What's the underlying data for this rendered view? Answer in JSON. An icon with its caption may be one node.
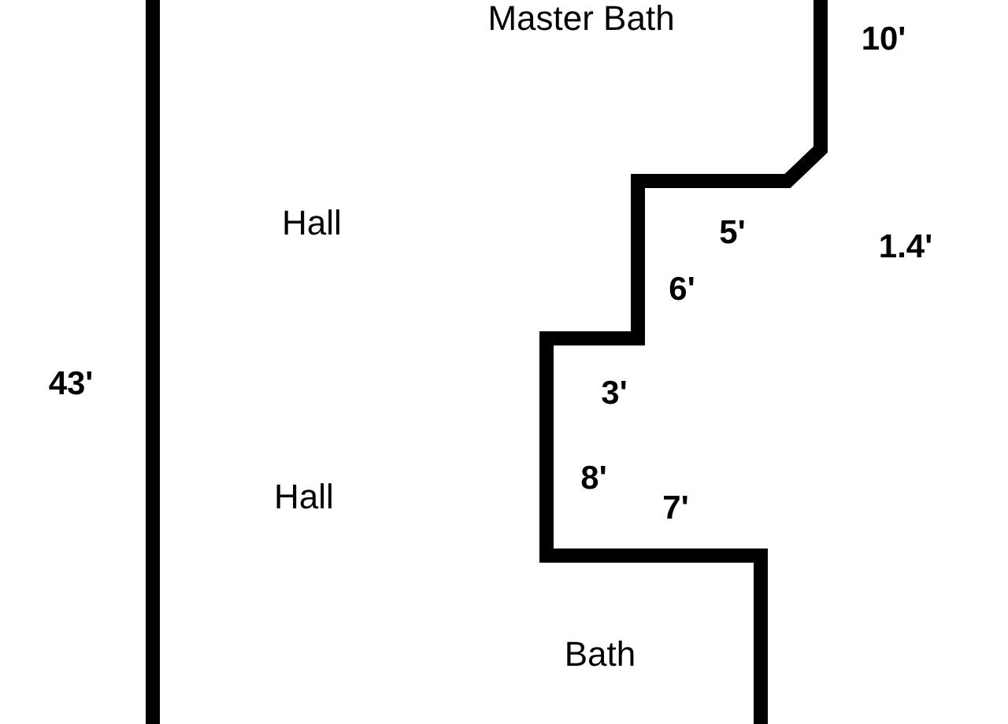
{
  "diagram": {
    "labels": [
      "Master Bath",
      "10'",
      "Hall",
      "5'",
      "1.4'",
      "6'",
      "43'",
      "3'",
      "Hall",
      "8'",
      "7'",
      "Bath"
    ]
  }
}
